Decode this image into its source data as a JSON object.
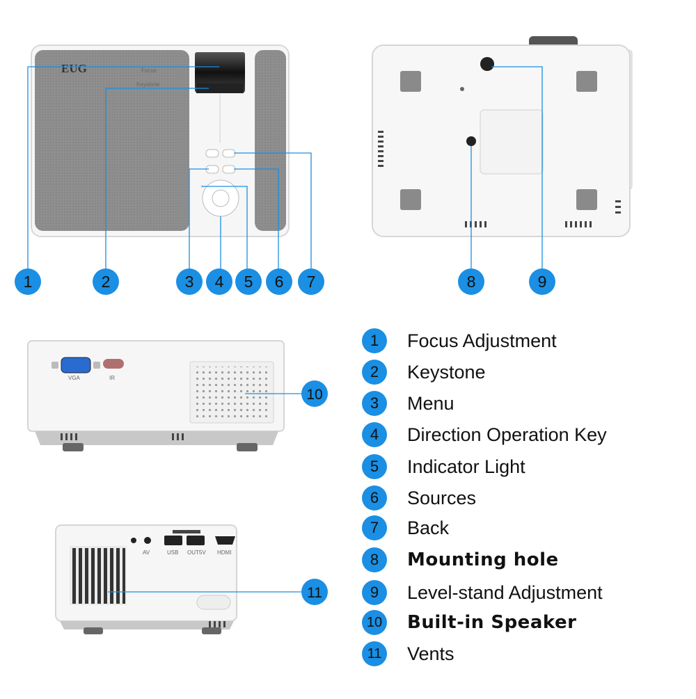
{
  "brand": "EUG",
  "panel_labels": {
    "focus": "Focus",
    "keystone": "Keystone"
  },
  "port_labels": {
    "vga": "VGA",
    "ir": "IR",
    "av": "AV",
    "usb": "USB",
    "out5v": "OUT5V",
    "hdmi": "HDMI"
  },
  "callouts": [
    "1",
    "2",
    "3",
    "4",
    "5",
    "6",
    "7",
    "8",
    "9",
    "10",
    "11"
  ],
  "legend": [
    {
      "num": "1",
      "label": "Focus Adjustment"
    },
    {
      "num": "2",
      "label": "Keystone"
    },
    {
      "num": "3",
      "label": "Menu"
    },
    {
      "num": "4",
      "label": "Direction Operation Key"
    },
    {
      "num": "5",
      "label": "Indicator Light"
    },
    {
      "num": "6",
      "label": "Sources"
    },
    {
      "num": "7",
      "label": "Back"
    },
    {
      "num": "8",
      "label": "Mounting hole"
    },
    {
      "num": "9",
      "label": "Level-stand Adjustment"
    },
    {
      "num": "10",
      "label": "Built-in Speaker"
    },
    {
      "num": "11",
      "label": "Vents"
    }
  ],
  "colors": {
    "badge": "#1a8fe3",
    "leader": "#1a8fe3",
    "body": "#f4f4f4",
    "fabric": "#8a8a8a"
  }
}
